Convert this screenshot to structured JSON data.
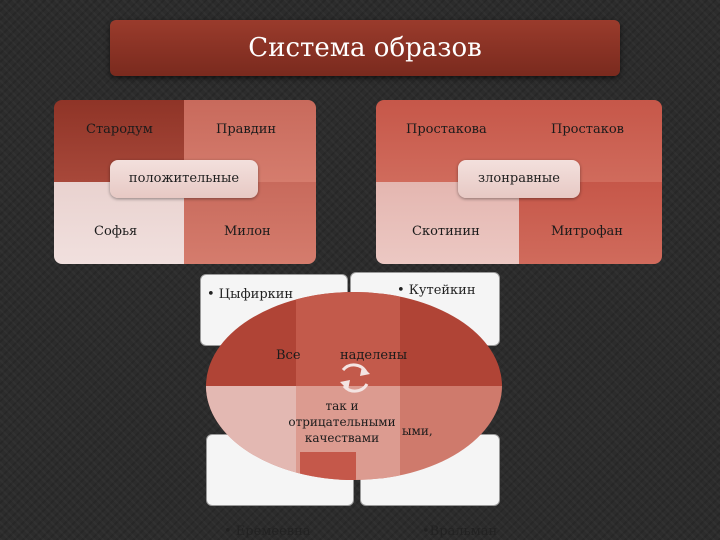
{
  "title": "Система образов",
  "positive": {
    "items": [
      "Стародум",
      "Правдин",
      "Софья",
      "Милон"
    ],
    "label": "положительные"
  },
  "negative": {
    "items": [
      "Простакова",
      "Простаков",
      "Скотинин",
      "Митрофан"
    ],
    "label": "злонравные"
  },
  "others": {
    "items": [
      "• Цыфиркин",
      "• Кутейкин",
      "• Еремеевна",
      "•Вральман"
    ]
  },
  "center": {
    "line1": "Все",
    "line1b": "наделены",
    "line2": "так и",
    "line3": "отрицательными",
    "line4": "качествами",
    "fragment": "ыми,"
  },
  "colors": {
    "title_bar": "#8a3326",
    "dark_red": "#8f3427",
    "salmon": "#d06b5c",
    "light_pink": "#f1e0de"
  },
  "icons": [
    "cycle-arrows-icon"
  ]
}
